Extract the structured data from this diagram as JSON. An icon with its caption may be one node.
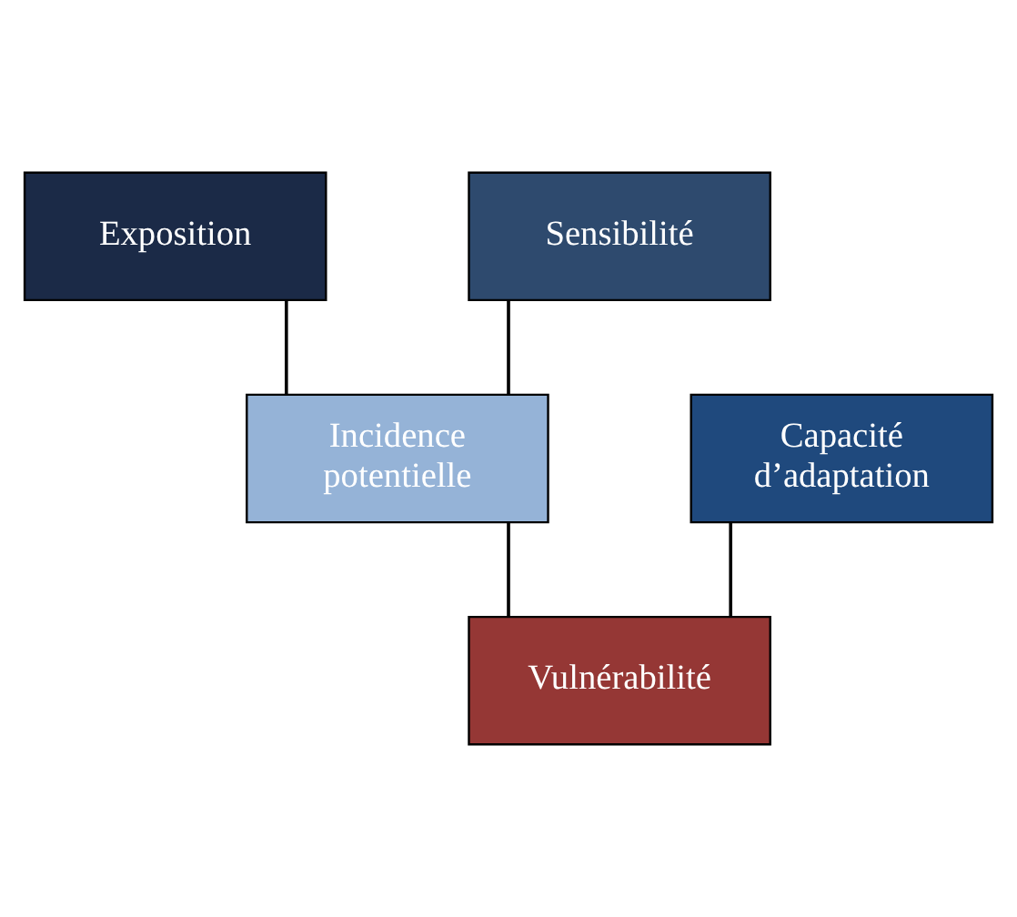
{
  "diagram": {
    "nodes": [
      {
        "text": [
          "Exposition"
        ]
      },
      {
        "text": [
          "Sensibilité"
        ]
      },
      {
        "text": [
          "Incidence potentielle"
        ]
      },
      {
        "text": [
          "Capacité d’adaptation"
        ]
      },
      {
        "text": [
          "Vulnérabilité"
        ]
      }
    ],
    "edges": [
      {
        "from": 0,
        "to": 2,
        "arrow": "none"
      },
      {
        "from": 1,
        "to": 2,
        "arrow": "none"
      },
      {
        "from": 2,
        "to": 4,
        "arrow": "none"
      },
      {
        "from": 3,
        "to": 4,
        "arrow": "none"
      }
    ]
  }
}
